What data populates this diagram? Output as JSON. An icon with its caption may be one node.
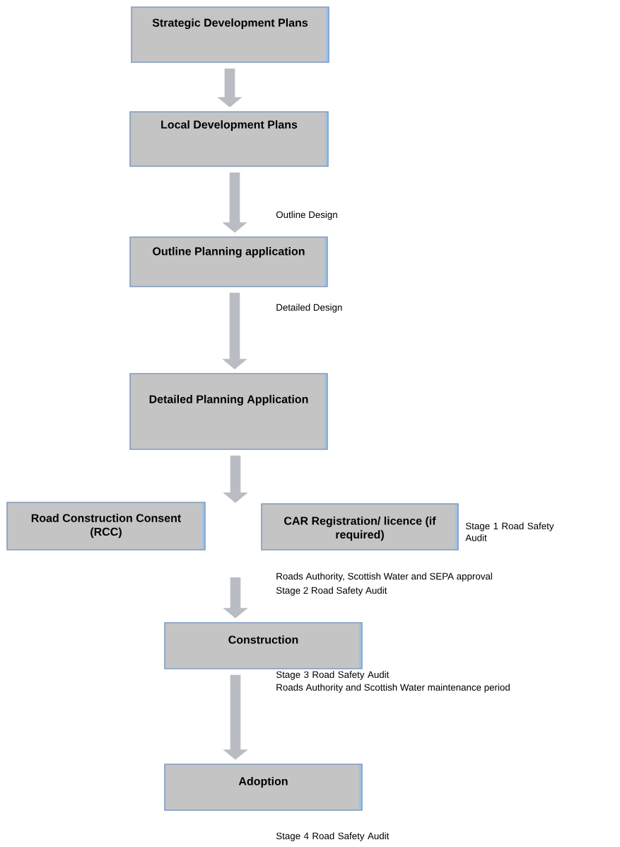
{
  "diagram": {
    "nodes": [
      {
        "text": [
          "Strategic Development Plans"
        ]
      },
      {
        "text": [
          "Local Development Plans"
        ]
      },
      {
        "text": [
          "Outline Planning application"
        ]
      },
      {
        "text": [
          "Detailed Planning Application"
        ]
      },
      {
        "text": [
          "Road Construction Consent (RCC)"
        ]
      },
      {
        "text": [
          "CAR Registration/ licence (if required)"
        ],
        "beside": [
          "Stage 1 Road Safety Audit"
        ]
      },
      {
        "text": [
          "Construction"
        ],
        "beside": [
          "Stage 3 Road Safety Audit"
        ]
      },
      {
        "text": [
          "Adoption"
        ],
        "beside": [
          "Stage 4 Road Safety Audit"
        ]
      }
    ],
    "edges": [
      {
        "from": 0,
        "to": 1,
        "arrow": "to"
      },
      {
        "from": 1,
        "to": 2,
        "arrow": "to",
        "label": "Outline Design"
      },
      {
        "from": 2,
        "to": 3,
        "arrow": "to",
        "label": "Detailed Design"
      },
      {
        "from": 3,
        "to": null,
        "arrow": "to"
      },
      {
        "from": null,
        "to": 6,
        "arrow": "to",
        "label": "Roads Authority, Scottish Water and SEPA approval"
      },
      {
        "from": 6,
        "to": 7,
        "arrow": "to",
        "label": "Roads Authority and Scottish Water maintenance period"
      }
    ],
    "labels": [
      "Stage 2 Road Safety Audit"
    ]
  }
}
